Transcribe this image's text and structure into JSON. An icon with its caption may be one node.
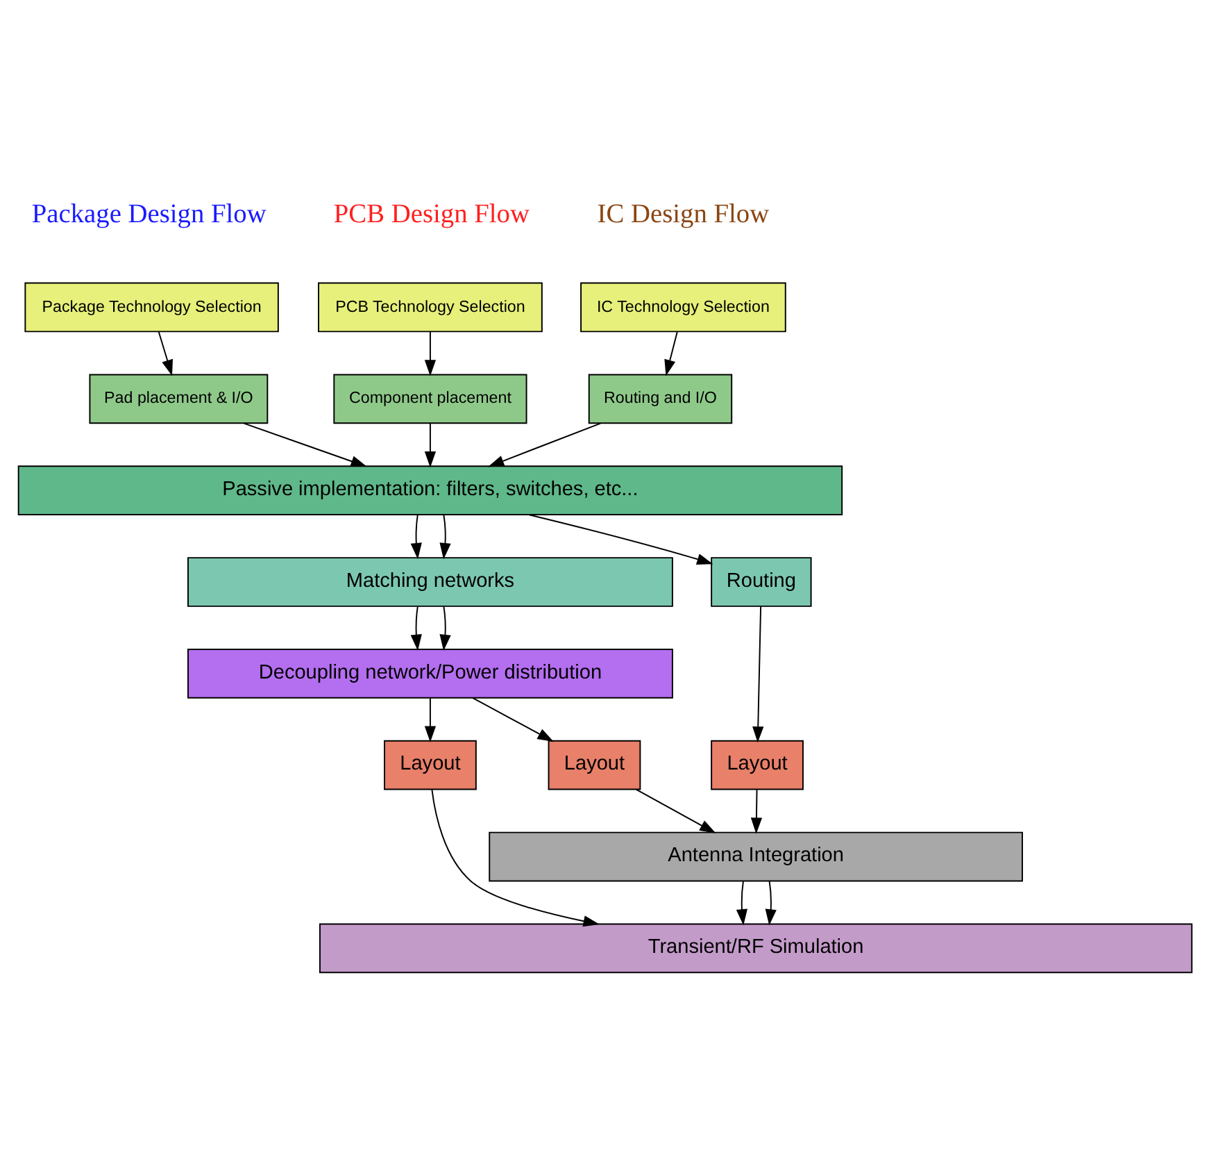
{
  "diagram": {
    "nodes": [
      {
        "text": [
          "IC Technology Selection"
        ]
      },
      {
        "text": [
          "Package Technology Selection"
        ]
      },
      {
        "text": [
          "PCB Technology Selection"
        ]
      },
      {
        "text": [
          "Routing and I/O"
        ]
      },
      {
        "text": [
          "Pad placement & I/O"
        ]
      },
      {
        "text": [
          "Component placement"
        ]
      },
      {
        "text": [
          "Passive implementation: filters, switches, etc..."
        ]
      },
      {
        "text": [
          "Matching networks"
        ]
      },
      {
        "text": [
          "Routing"
        ]
      },
      {
        "text": [
          "Decoupling network/Power distribution"
        ]
      },
      {
        "text": [
          "Layout"
        ]
      },
      {
        "text": [
          "Layout"
        ]
      },
      {
        "text": [
          "Layout"
        ]
      },
      {
        "text": [
          "Antenna Integration"
        ]
      },
      {
        "text": [
          "Transient/RF Simulation"
        ]
      }
    ],
    "edges": [
      {
        "from": 0,
        "to": 3,
        "arrow": "to"
      },
      {
        "from": 1,
        "to": 4,
        "arrow": "to"
      },
      {
        "from": 2,
        "to": 5,
        "arrow": "to"
      },
      {
        "from": 3,
        "to": 6,
        "arrow": "to"
      },
      {
        "from": 4,
        "to": 6,
        "arrow": "to"
      },
      {
        "from": 5,
        "to": 6,
        "arrow": "to"
      },
      {
        "from": 6,
        "to": 7,
        "arrow": "to"
      },
      {
        "from": 6,
        "to": 7,
        "arrow": "to"
      },
      {
        "from": 6,
        "to": 8,
        "arrow": "to"
      },
      {
        "from": 7,
        "to": 9,
        "arrow": "to"
      },
      {
        "from": 7,
        "to": 9,
        "arrow": "to"
      },
      {
        "from": 8,
        "to": 12,
        "arrow": "to"
      },
      {
        "from": 9,
        "to": 10,
        "arrow": "to"
      },
      {
        "from": 9,
        "to": 11,
        "arrow": "to"
      },
      {
        "from": 10,
        "to": 14,
        "arrow": "to"
      },
      {
        "from": 11,
        "to": 13,
        "arrow": "to"
      },
      {
        "from": 12,
        "to": 13,
        "arrow": "to"
      },
      {
        "from": 13,
        "to": 14,
        "arrow": "to"
      },
      {
        "from": 13,
        "to": 14,
        "arrow": "to"
      }
    ],
    "labels": [
      "IC Design Flow",
      "Package Design Flow",
      "PCB Design Flow"
    ]
  }
}
